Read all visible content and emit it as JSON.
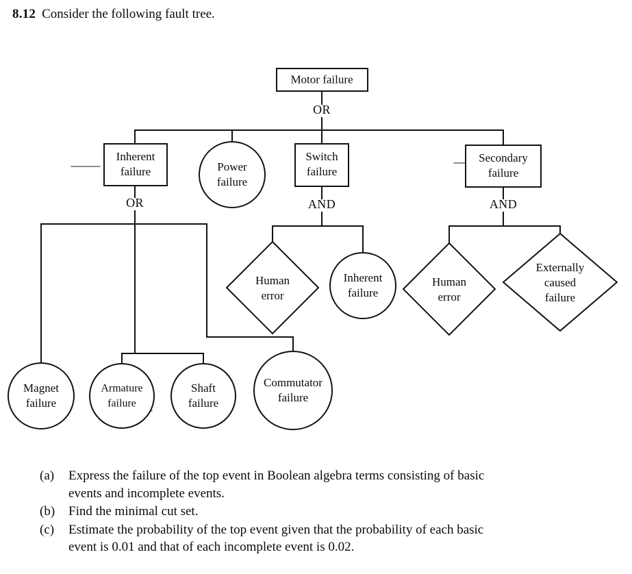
{
  "problem": {
    "number": "8.12",
    "prompt": "Consider the following fault tree."
  },
  "tree": {
    "title": "Motor failure fault tree",
    "nodes": {
      "top": "Motor failure",
      "inherent_failure": "Inherent\nfailure",
      "inherent_failure_l1": "Inherent",
      "inherent_failure_l2": "failure",
      "power_failure_l1": "Power",
      "power_failure_l2": "failure",
      "switch_failure_l1": "Switch",
      "switch_failure_l2": "failure",
      "secondary_failure_l1": "Secondary",
      "secondary_failure_l2": "failure",
      "magnet_failure_l1": "Magnet",
      "magnet_failure_l2": "failure",
      "armature_failure_l1": "Armature",
      "armature_failure_l2": "failure",
      "shaft_failure_l1": "Shaft",
      "shaft_failure_l2": "failure",
      "commutator_failure_l1": "Commutator",
      "commutator_failure_l2": "failure",
      "human_error_switch_l1": "Human",
      "human_error_switch_l2": "error",
      "inherent_failure_switch_l1": "Inherent",
      "inherent_failure_switch_l2": "failure",
      "human_error_secondary_l1": "Human",
      "human_error_secondary_l2": "error",
      "externally_caused_l1": "Externally",
      "externally_caused_l2": "caused",
      "externally_caused_l3": "failure"
    },
    "gates": {
      "top_gate": "OR",
      "inherent_gate": "OR",
      "switch_gate": "AND",
      "secondary_gate": "AND"
    }
  },
  "questions": [
    {
      "marker": "(a)",
      "line1": "Express the failure of the top event in Boolean algebra terms consisting of basic",
      "line2": "events and incomplete events."
    },
    {
      "marker": "(b)",
      "line1": "Find the minimal cut set.",
      "line2": ""
    },
    {
      "marker": "(c)",
      "line1": "Estimate the probability of the top event given that the probability of each basic",
      "line2": "event is 0.01 and that of each incomplete event is 0.02."
    }
  ]
}
